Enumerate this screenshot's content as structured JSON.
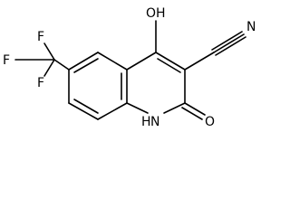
{
  "molecule": {
    "atom_labels": {
      "f_top": "F",
      "f_left": "F",
      "f_bottom": "F",
      "hydroxyl": "OH",
      "nitrile_n": "N",
      "ring_nh": "H",
      "ring_n": "N",
      "carbonyl_o": "O"
    }
  }
}
